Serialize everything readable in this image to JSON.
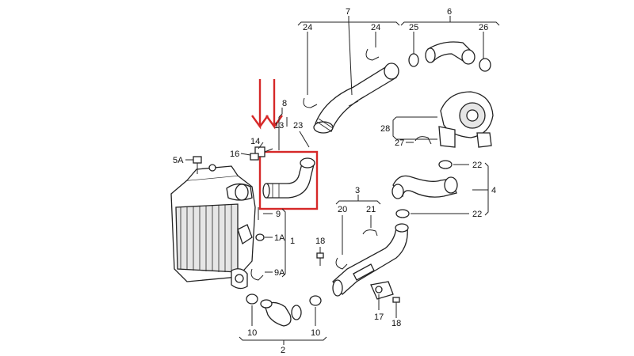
{
  "callouts": {
    "c7": "7",
    "c6": "6",
    "c24a": "24",
    "c24b": "24",
    "c25": "25",
    "c26": "26",
    "c8": "8",
    "c13": "13",
    "c23": "23",
    "c14": "14",
    "c16": "16",
    "c5a": "5A",
    "c28": "28",
    "c27": "27",
    "c22a": "22",
    "c22b": "22",
    "c4": "4",
    "c3": "3",
    "c20": "20",
    "c21": "21",
    "c9": "9",
    "c1a": "1A",
    "c1": "1",
    "c18a": "18",
    "c9a": "9A",
    "c17": "17",
    "c18b": "18",
    "c10a": "10",
    "c10b": "10",
    "c2": "2"
  },
  "colors": {
    "highlight": "#d62828",
    "line": "#222222"
  },
  "icons": {
    "arrow": "down-arrow-icon",
    "highlight_box": "highlight-rectangle"
  }
}
